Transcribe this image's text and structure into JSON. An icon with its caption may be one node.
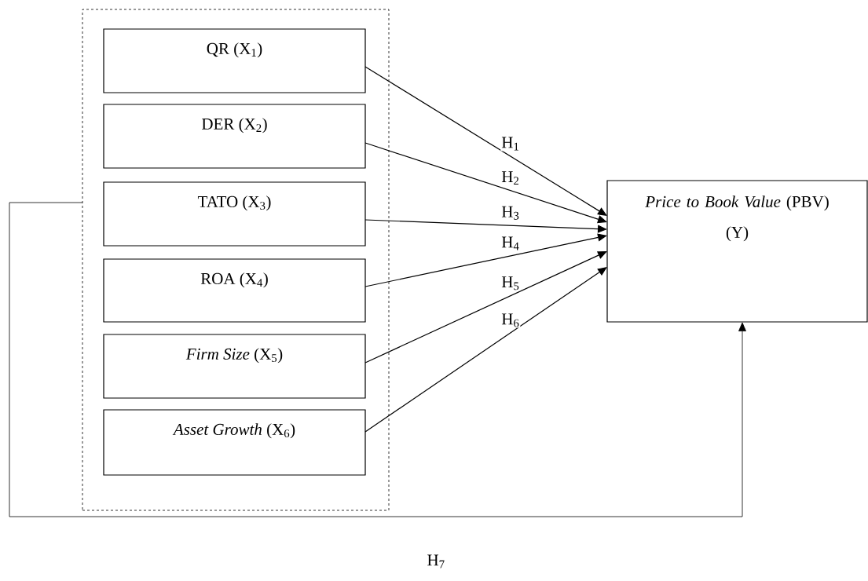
{
  "diagram": {
    "nodes": [
      {
        "text": [],
        "shape": "box"
      },
      {
        "text": [
          "QR (X$_{1}$)"
        ],
        "in": 0
      },
      {
        "text": [
          "DER (X$_{2}$)"
        ],
        "in": 0
      },
      {
        "text": [
          "TATO (X$_{3}$)"
        ],
        "in": 0
      },
      {
        "text": [
          "ROA (X$_{4}$)"
        ],
        "in": 0
      },
      {
        "text": [
          "*Firm Size* (X$_{5}$)"
        ],
        "in": 0
      },
      {
        "text": [
          "*Asset Growth* (X$_{6}$)"
        ],
        "in": 0
      },
      {
        "text": [
          "*Price to Book Value* (PBV)",
          "(Y)"
        ]
      }
    ],
    "edges": [
      {
        "from": 1,
        "to": 7,
        "arrow": "to",
        "label": "H$_{1}$"
      },
      {
        "from": 2,
        "to": 7,
        "arrow": "to",
        "label": "H$_{2}$"
      },
      {
        "from": 3,
        "to": 7,
        "arrow": "to",
        "label": "H$_{3}$"
      },
      {
        "from": 4,
        "to": 7,
        "arrow": "to",
        "label": "H$_{4}$"
      },
      {
        "from": 5,
        "to": 7,
        "arrow": "to",
        "label": "H$_{5}$"
      },
      {
        "from": 6,
        "to": 7,
        "arrow": "to",
        "label": "H$_{6}$"
      },
      {
        "from": 0,
        "to": 7,
        "arrow": "to",
        "label": "H$_{7}$"
      }
    ]
  }
}
